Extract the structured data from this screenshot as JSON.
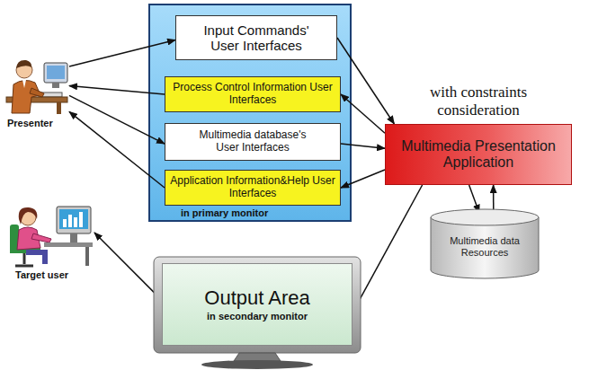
{
  "diagram": {
    "nodes": [
      {
        "text": [
          "Presenter"
        ]
      },
      {
        "text": [
          "in primary monitor"
        ]
      },
      {
        "text": [
          "Input Commands' User Interfaces"
        ],
        "in": 1
      },
      {
        "text": [
          "Process Control Information User Interfaces"
        ],
        "in": 1
      },
      {
        "text": [
          "Multimedia database's User Interfaces"
        ],
        "in": 1
      },
      {
        "text": [
          "Application Information&Help User Interfaces"
        ],
        "in": 1
      },
      {
        "text": [
          "with constraints consideration",
          "Multimedia Presentation Application"
        ]
      },
      {
        "text": [
          "Multimedia data Resources"
        ]
      },
      {
        "text": [
          "Target user"
        ]
      },
      {
        "text": [
          "Output Area",
          "in secondary monitor"
        ]
      }
    ],
    "edges": [
      {
        "from": 0,
        "to": 2,
        "arrow": "to"
      },
      {
        "from": 3,
        "to": 0,
        "arrow": "to"
      },
      {
        "from": 0,
        "to": 4,
        "arrow": "to"
      },
      {
        "from": 5,
        "to": 0,
        "arrow": "to"
      },
      {
        "from": 2,
        "to": 6,
        "arrow": "to"
      },
      {
        "from": 6,
        "to": 3,
        "arrow": "to"
      },
      {
        "from": 4,
        "to": 6,
        "arrow": "to"
      },
      {
        "from": 6,
        "to": 5,
        "arrow": "to"
      },
      {
        "from": 6,
        "to": 9,
        "arrow": "to"
      },
      {
        "from": 9,
        "to": 8,
        "arrow": "to"
      },
      {
        "from": 6,
        "to": 7,
        "arrow": "to"
      },
      {
        "from": 7,
        "to": 6,
        "arrow": "to"
      }
    ]
  }
}
